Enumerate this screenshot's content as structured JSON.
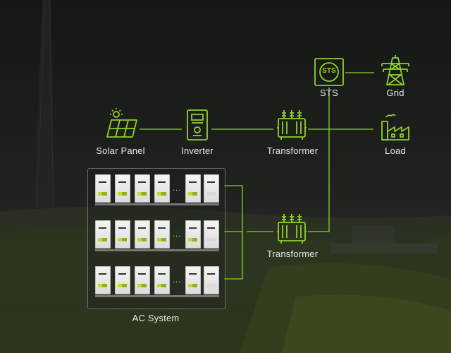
{
  "diagram": {
    "nodes": {
      "solar_panel": {
        "label": "Solar Panel",
        "icon": "solar-panel-icon"
      },
      "inverter": {
        "label": "Inverter",
        "icon": "inverter-icon"
      },
      "transformer_top": {
        "label": "Transformer",
        "icon": "transformer-icon"
      },
      "sts": {
        "label": "STS",
        "icon": "sts-switch-icon",
        "badge": "STS"
      },
      "grid": {
        "label": "Grid",
        "icon": "power-pylon-icon"
      },
      "load": {
        "label": "Load",
        "icon": "factory-icon"
      },
      "transformer_bottom": {
        "label": "Transformer",
        "icon": "transformer-icon"
      },
      "ac_system": {
        "label": "AC System",
        "ellipsis": "..."
      }
    },
    "colors": {
      "accent": "#8fd12a",
      "line": "#8fd12a",
      "text": "#e8e8e8",
      "background": "#1a1c1a",
      "box_border": "#c8c8c8"
    }
  }
}
